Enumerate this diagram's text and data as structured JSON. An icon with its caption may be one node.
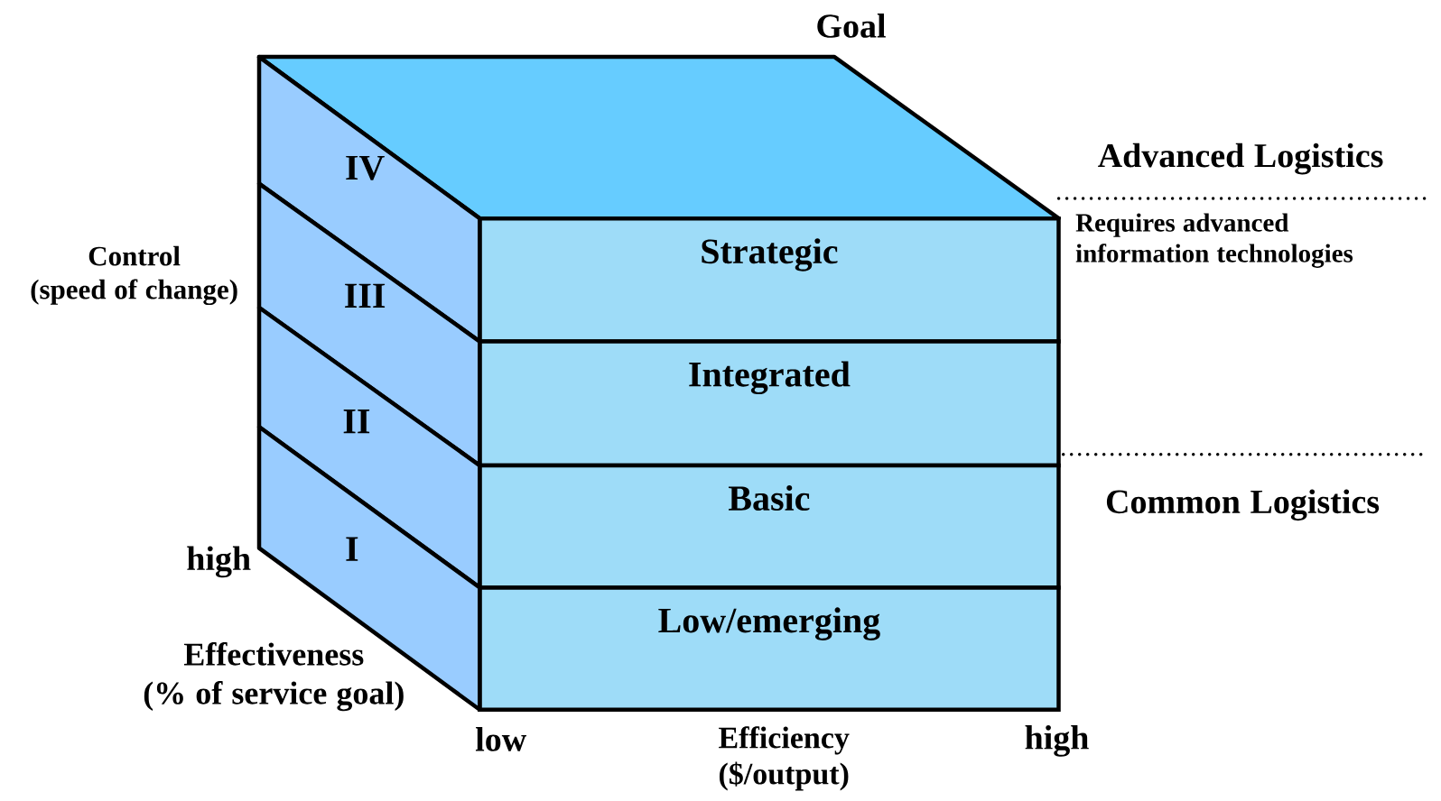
{
  "diagram": {
    "nodes": [
      {
        "text": [
          "Strategic"
        ]
      },
      {
        "text": [
          "Integrated"
        ]
      },
      {
        "text": [
          "Basic"
        ]
      },
      {
        "text": [
          "Low/emerging"
        ]
      },
      {
        "text": [
          "IV"
        ]
      },
      {
        "text": [
          "III"
        ]
      },
      {
        "text": [
          "II"
        ]
      },
      {
        "text": [
          "I"
        ]
      }
    ],
    "labels": [
      "Goal",
      "Advanced Logistics",
      "Requires advanced information technologies",
      "Control (speed of change)",
      "Common Logistics",
      "high",
      "Effectiveness (% of service goal)",
      "low",
      "Efficiency ($/output)",
      "high"
    ]
  }
}
